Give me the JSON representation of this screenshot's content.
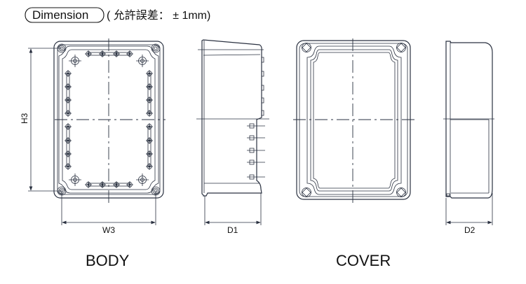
{
  "header": {
    "tag": "Dimension",
    "note": "( 允許誤差： ± 1mm)"
  },
  "dimensions": {
    "h3": "H3",
    "w3": "W3",
    "d1": "D1",
    "d2": "D2"
  },
  "views": {
    "body": "BODY",
    "cover": "COVER"
  },
  "colors": {
    "line": "#2a3140",
    "text": "#111111"
  }
}
